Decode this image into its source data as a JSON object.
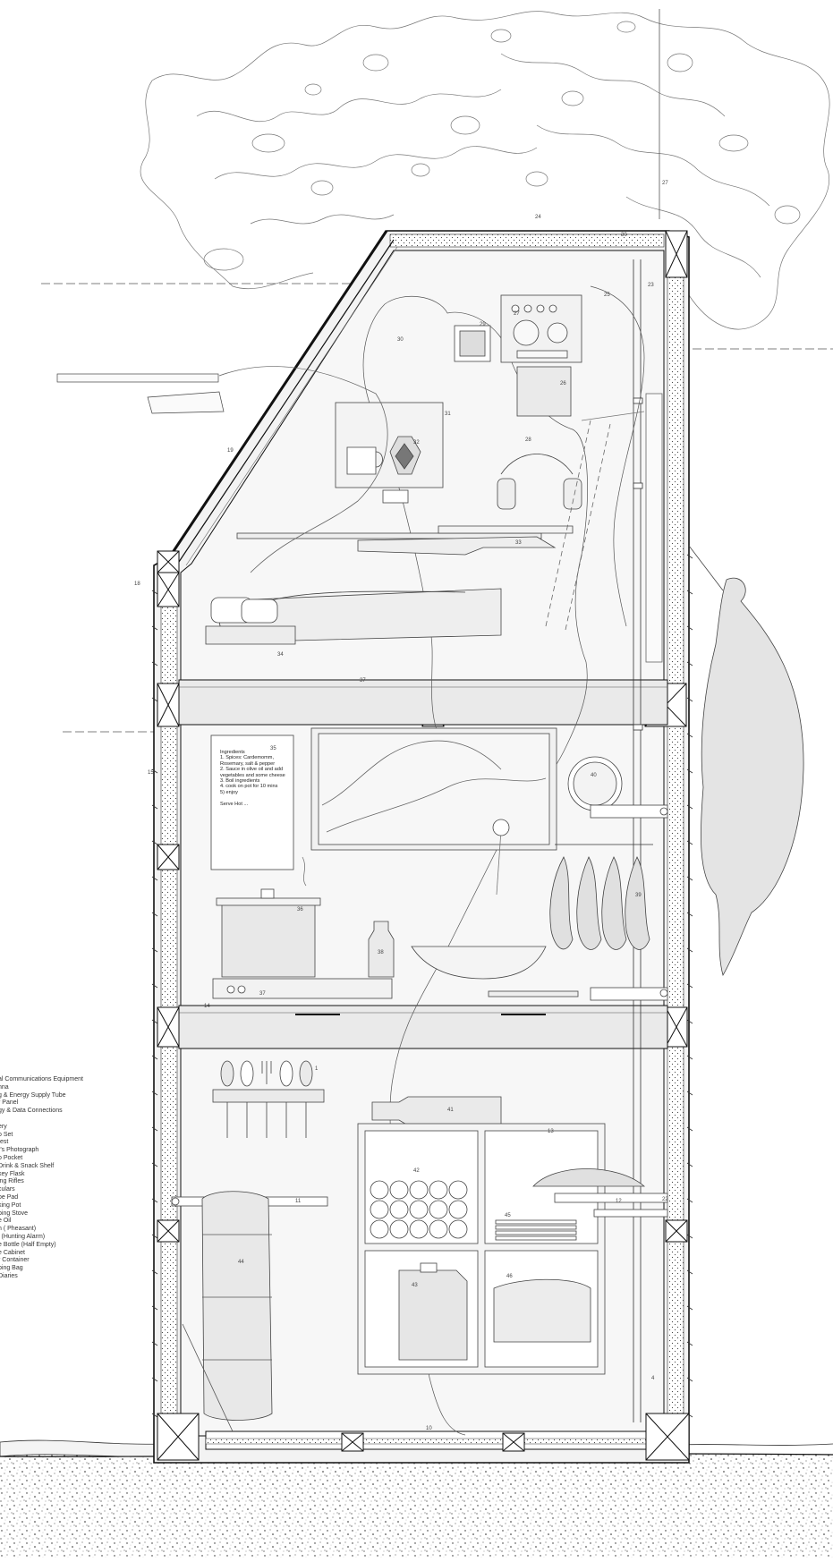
{
  "legend": [
    "al Communications Equipment",
    "nna",
    "g & Energy Supply Tube",
    "r Panel",
    "gy & Data Connections",
    "",
    "ery",
    "o Set",
    "test",
    "r's Photograph",
    "o Pocket",
    "Drink & Snack Shelf",
    "key Flask",
    "ing Rifles",
    "culars",
    "oe Pad",
    "king Pot",
    "ping Stove",
    "e Oil",
    "h ( Pheasant)",
    "l (Hunting Alarm)",
    "e Bottle (Half Empty)",
    "e Cabinet",
    "r Container",
    "ping Bag",
    "Diaries"
  ],
  "recipe": {
    "title": "Ingredients",
    "lines": [
      "1. Spices: Cardemomm,",
      "Rosemary, salt & pepper",
      "2. Sauce in olive oil and add",
      "vegetables and some cheese",
      "3. Boil ingredients",
      "4. cook on pot for 10 mins",
      "5) enjoy",
      "",
      "Serve Hot ..."
    ]
  },
  "callouts": {
    "n1": "1",
    "n4": "4",
    "n10": "10",
    "n11": "11",
    "n12": "12",
    "n13": "13",
    "n14": "14",
    "n15": "15",
    "n18": "18",
    "n19": "19",
    "n22": "22",
    "n23": "23",
    "n24": "24",
    "n25": "25",
    "n26": "26",
    "n27": "27",
    "n28": "28",
    "n29": "29",
    "n30": "30",
    "n31": "31",
    "n32": "32",
    "n33": "33",
    "n34": "34",
    "n35": "35",
    "n36": "36",
    "n37": "37",
    "n38": "38",
    "n39": "39",
    "n40": "40",
    "n41": "41",
    "n42": "42",
    "n43": "43",
    "n44": "44",
    "n45": "45",
    "n46": "46"
  },
  "colors": {
    "line": "#1a1a1a",
    "fill_light": "#ececec",
    "fill_mid": "#dedede",
    "ground": "#f2f2f2"
  }
}
